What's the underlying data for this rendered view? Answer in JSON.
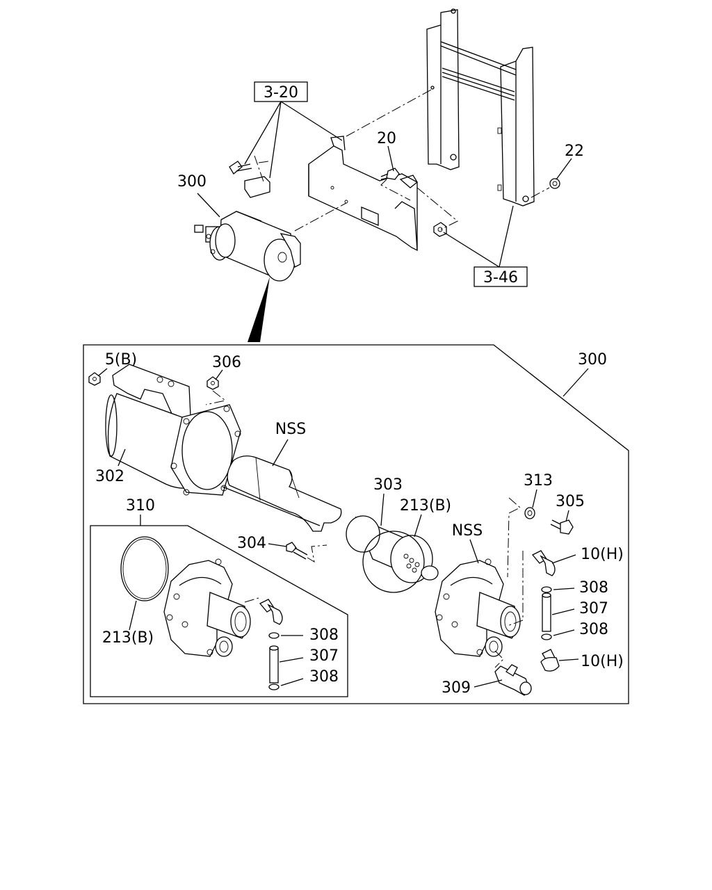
{
  "refs": {
    "ref_3_20": "3-20",
    "ref_3_46": "3-46"
  },
  "labels": {
    "top_300": "300",
    "top_20": "20",
    "top_22": "22",
    "box_300": "300",
    "p5b": "5(B)",
    "p306": "306",
    "p302": "302",
    "nss_1": "NSS",
    "p303": "303",
    "p213b_1": "213(B)",
    "p304": "304",
    "p313": "313",
    "p305": "305",
    "nss_2": "NSS",
    "p10h_1": "10(H)",
    "p308_r1": "308",
    "p307_r": "307",
    "p308_r2": "308",
    "p10h_2": "10(H)",
    "p309": "309",
    "p310": "310",
    "p213b_2": "213(B)",
    "p308_i1": "308",
    "p307_i": "307",
    "p308_i2": "308"
  }
}
